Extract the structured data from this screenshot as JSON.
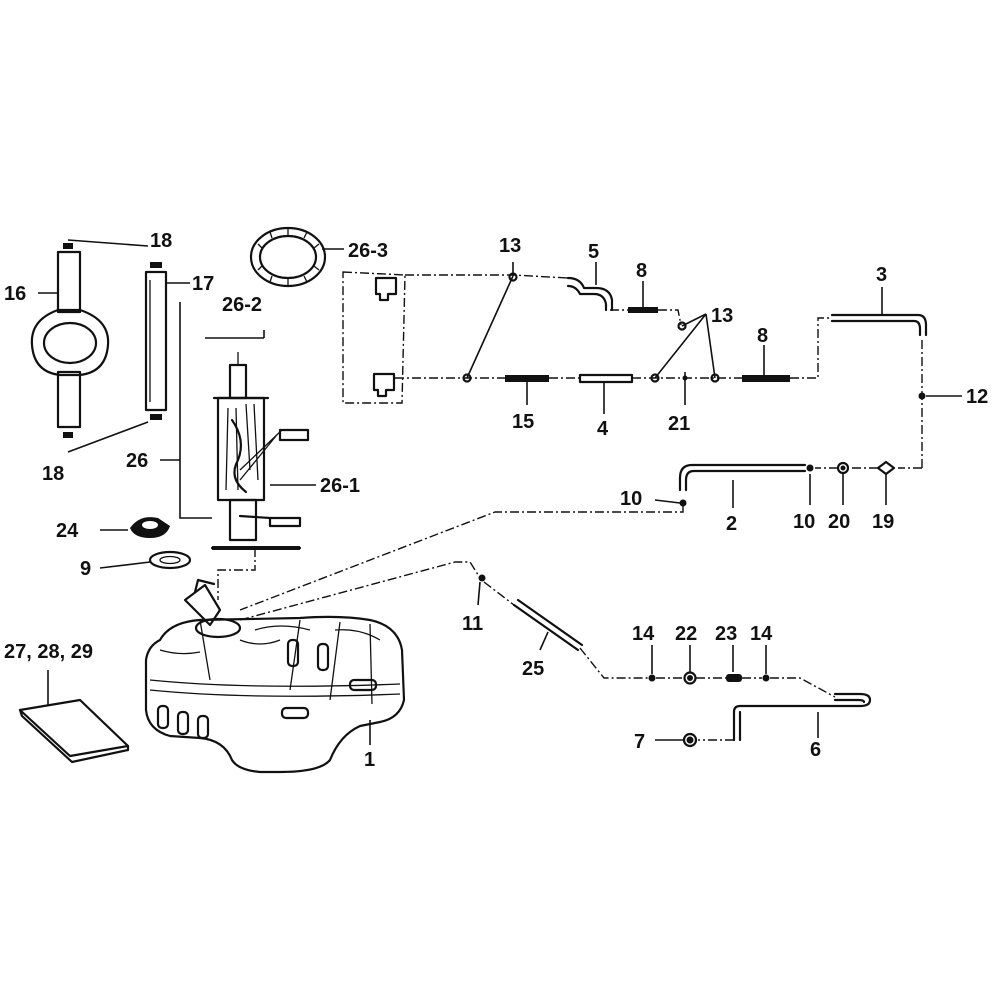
{
  "callouts": {
    "c1": "1",
    "c2": "2",
    "c3": "3",
    "c4": "4",
    "c5": "5",
    "c6": "6",
    "c7": "7",
    "c8a": "8",
    "c8b": "8",
    "c9": "9",
    "c10a": "10",
    "c10b": "10",
    "c11": "11",
    "c12": "12",
    "c13a": "13",
    "c13b": "13",
    "c14a": "14",
    "c14b": "14",
    "c15": "15",
    "c16": "16",
    "c17": "17",
    "c18a": "18",
    "c18b": "18",
    "c19": "19",
    "c20": "20",
    "c21": "21",
    "c22": "22",
    "c23": "23",
    "c24": "24",
    "c25": "25",
    "c26": "26",
    "c26_1": "26-1",
    "c26_2": "26-2",
    "c26_3": "26-3",
    "c27_29": "27, 28, 29"
  }
}
